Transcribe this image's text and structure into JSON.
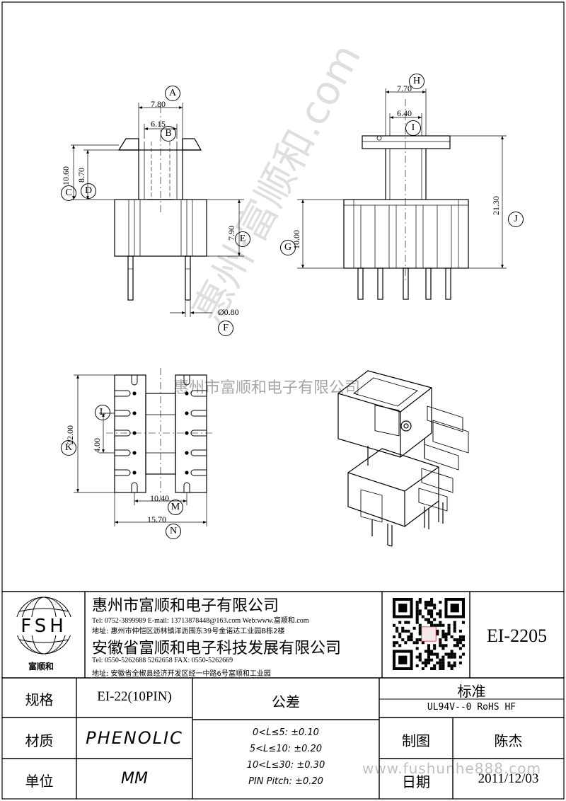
{
  "labels": {
    "A": "A",
    "B": "B",
    "C": "C",
    "D": "D",
    "E": "E",
    "F": "F",
    "G": "G",
    "H": "H",
    "I": "I",
    "J": "J",
    "K": "K",
    "L": "L",
    "M": "M",
    "N": "N"
  },
  "dims": {
    "d780": "7.80",
    "d615": "6.15",
    "d1060": "10.60",
    "d870": "8.70",
    "d790": "7.90",
    "d080": "Ø0.80",
    "d770": "7.70",
    "d640": "6.40",
    "d2130": "21.30",
    "d1000": "10.00",
    "d2200": "22.00",
    "d400": "4.00",
    "d1040": "10.40",
    "d1570": "15.70"
  },
  "watermark": {
    "company_center": "惠州市富顺和电子有限公司",
    "diagonal": "惠州·富顺和.com",
    "website": "www.fushunhe888.com"
  },
  "title_block": {
    "logo_text": "FSH",
    "logo_caption": "富顺和",
    "company1": "惠州市富顺和电子有限公司",
    "company1_contact": "Tel:  0752-3899989  E-mail: 13713878448@163.com  Web:www.富顺和.com",
    "company1_address": "地址: 惠州市仲恺区沥林镇洋沥围东39号金诺达工业园B栋2楼",
    "company2": "安徽省富顺和电子科技发展有限公司",
    "company2_contact": "Tel:  0550-5262688  5262658       FAX: 0550-5262669",
    "company2_address": "地址: 安徽省全椒县经济开发区经一中路6号富顺和工业园",
    "part_number": "EI-2205",
    "spec_label": "规格",
    "spec_value": "EI-22(10PIN)",
    "tolerance_label": "公差",
    "standard_label": "标准",
    "standard_value": "UL94V--0  RoHS HF",
    "material_label": "材质",
    "material_value": "PHENOLIC",
    "drawn_label": "制图",
    "drawn_value": "陈杰",
    "unit_label": "单位",
    "unit_value": "MM",
    "date_label": "日期",
    "date_value": "2011/12/03",
    "tolerances": [
      "0<L≤5: ±0.10",
      "5<L≤10: ±0.20",
      "10<L≤30: ±0.30",
      "PIN Pitch: ±0.20"
    ]
  }
}
